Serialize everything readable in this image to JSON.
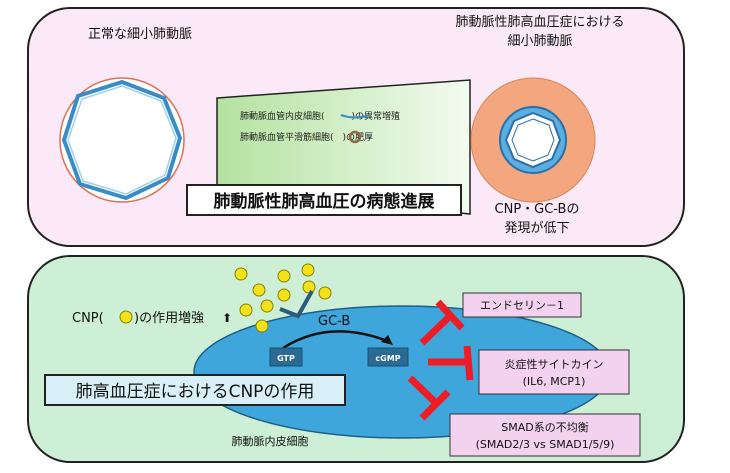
{
  "top_panel": {
    "normal_label": "正常な細小肺動脈",
    "pah_label_line1": "肺動脈性肺高血圧症における",
    "pah_label_line2": "細小肺動脈",
    "trapezoid_line1": "肺動脈血管内皮細胞(　　　)の異常増殖",
    "trapezoid_line2": "肺動脈血管平滑筋細胞(　)の肥厚",
    "title": "肺動脈性肺高血圧の病態進展",
    "cnp_line1": "CNP・GC-Bの",
    "cnp_line2": "発現が低下"
  },
  "bottom_panel": {
    "cnp_prefix": "CNP(",
    "cnp_suffix": ")の作用増強",
    "up_arrow": "⬆",
    "receptor": "GC-B",
    "gtp": "GTP",
    "cgmp": "cGMP",
    "title": "肺高血圧症におけるCNPの作用",
    "cell_label": "肺動脈内皮細胞",
    "targets": [
      {
        "line1": "エンドセリン－1",
        "line2": ""
      },
      {
        "line1": "炎症性サイトカイン",
        "line2": "(IL6, MCP1)"
      },
      {
        "line1": "SMAD系の不均衡",
        "line2": "(SMAD2/3 vs SMAD1/5/9)"
      }
    ]
  },
  "colors": {
    "top_bg": "#fbe9f7",
    "bottom_bg": "#cdefd6",
    "cell": "#3fa6dc",
    "cnp": "#f2e21a",
    "inhibit": "#ee1c24",
    "target_box": "#f3d2ef"
  }
}
